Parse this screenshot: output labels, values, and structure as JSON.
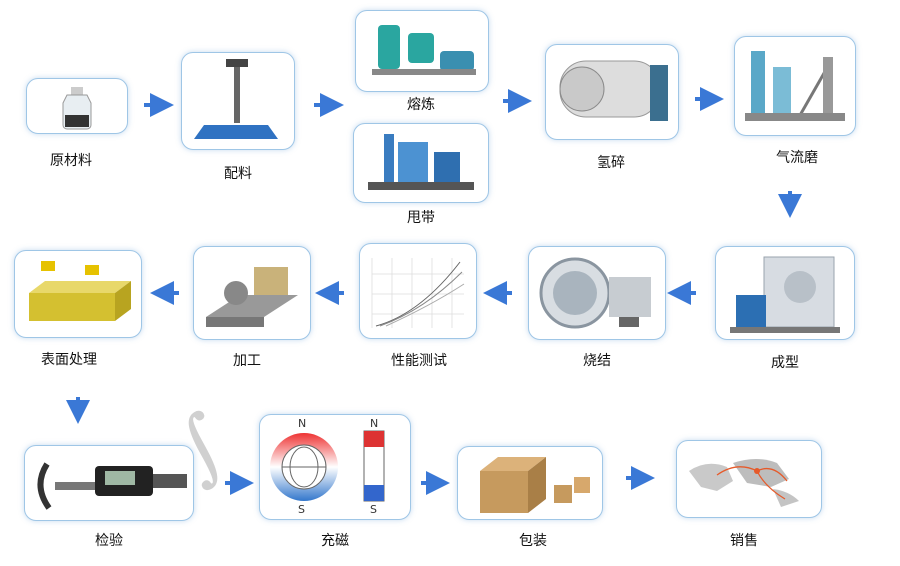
{
  "steps": {
    "s1": "原材料",
    "s2": "配料",
    "s3": "熔炼",
    "s4": "甩带",
    "s5": "氢碎",
    "s6": "气流磨",
    "s7": "成型",
    "s8": "烧结",
    "s9": "性能测试",
    "s10": "加工",
    "s11": "表面处理",
    "s12": "检验",
    "s13": "充磁",
    "s14": "包装",
    "s15": "销售"
  },
  "magnet": {
    "n1": "N",
    "s1": "S",
    "n2": "N",
    "s2": "S"
  },
  "colors": {
    "arrow": "#3a78d6",
    "box_border": "#9fc6e6"
  }
}
